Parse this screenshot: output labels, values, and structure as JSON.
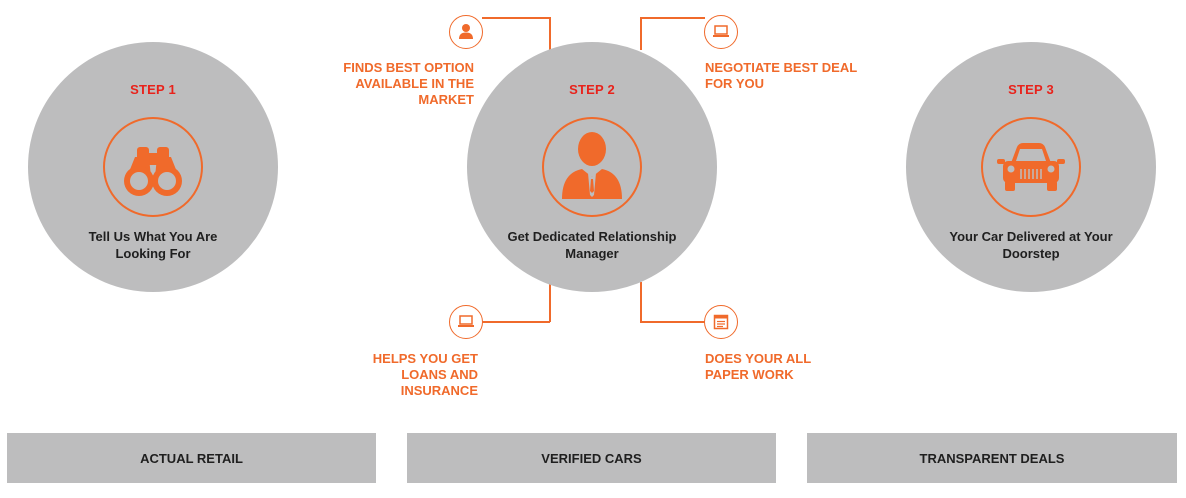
{
  "steps": [
    {
      "label": "STEP 1",
      "text": "Tell Us What You Are Looking For",
      "icon": "binoculars-icon"
    },
    {
      "label": "STEP 2",
      "text": "Get Dedicated Relationship Manager",
      "icon": "manager-icon"
    },
    {
      "label": "STEP 3",
      "text": "Your Car Delivered at Your Doorstep",
      "icon": "car-icon"
    }
  ],
  "features": [
    {
      "text": "FINDS BEST OPTION\nAVAILABLE IN THE\nMARKET",
      "icon": "person-icon"
    },
    {
      "text": "NEGOTIATE BEST DEAL\nFOR YOU",
      "icon": "laptop-icon"
    },
    {
      "text": "HELPS YOU GET\nLOANS AND\nINSURANCE",
      "icon": "laptop-icon"
    },
    {
      "text": "DOES YOUR ALL\nPAPER WORK",
      "icon": "document-icon"
    }
  ],
  "bars": [
    "ACTUAL RETAIL",
    "VERIFIED CARS",
    "TRANSPARENT DEALS"
  ],
  "colors": {
    "accent": "#f06a2b",
    "step_label": "#e8221b",
    "circle": "#bdbdbe",
    "text": "#1f1f1f"
  }
}
